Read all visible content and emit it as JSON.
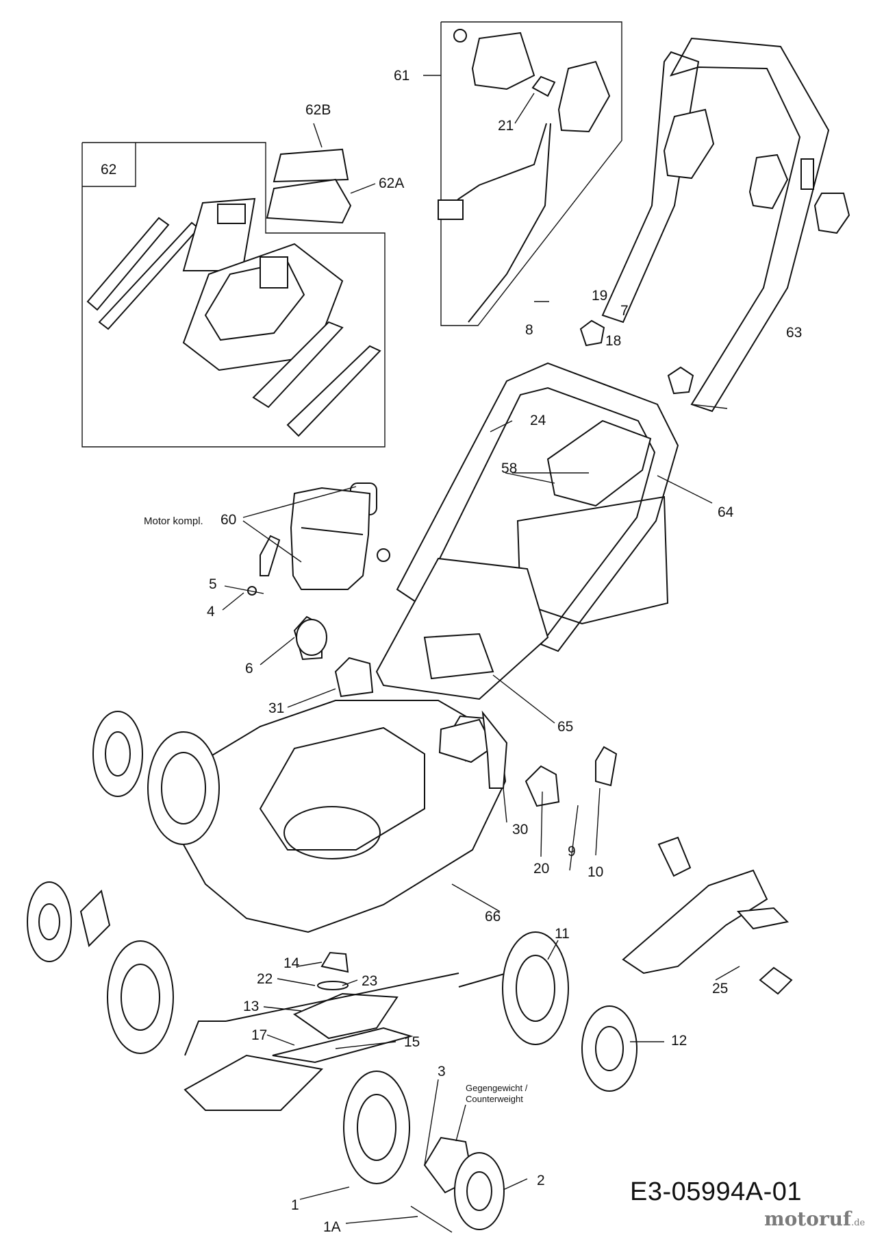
{
  "labels": {
    "l61": "61",
    "l62": "62",
    "l62b": "62B",
    "l62a": "62A",
    "l21": "21",
    "l19": "19",
    "l7": "7",
    "l8": "8",
    "l18": "18",
    "l63": "63",
    "l24": "24",
    "l58": "58",
    "l64": "64",
    "l60": "60",
    "motor": "Motor kompl.",
    "l5": "5",
    "l4": "4",
    "l6": "6",
    "l31": "31",
    "l65": "65",
    "l30": "30",
    "l20": "20",
    "l9": "9",
    "l10": "10",
    "l66": "66",
    "l11": "11",
    "l14": "14",
    "l22": "22",
    "l23": "23",
    "l13": "13",
    "l17": "17",
    "l15": "15",
    "l25": "25",
    "l12": "12",
    "l3": "3",
    "l1": "1",
    "l1a": "1A",
    "l2": "2",
    "counterweight_1": "Gegengewicht /",
    "counterweight_2": "Counterweight"
  },
  "reference": "E3-05994A-01",
  "watermark": {
    "name": "motoruf",
    "suffix": ".de"
  },
  "colors": {
    "ink": "#111111",
    "watermark": "#7a7a7a"
  }
}
